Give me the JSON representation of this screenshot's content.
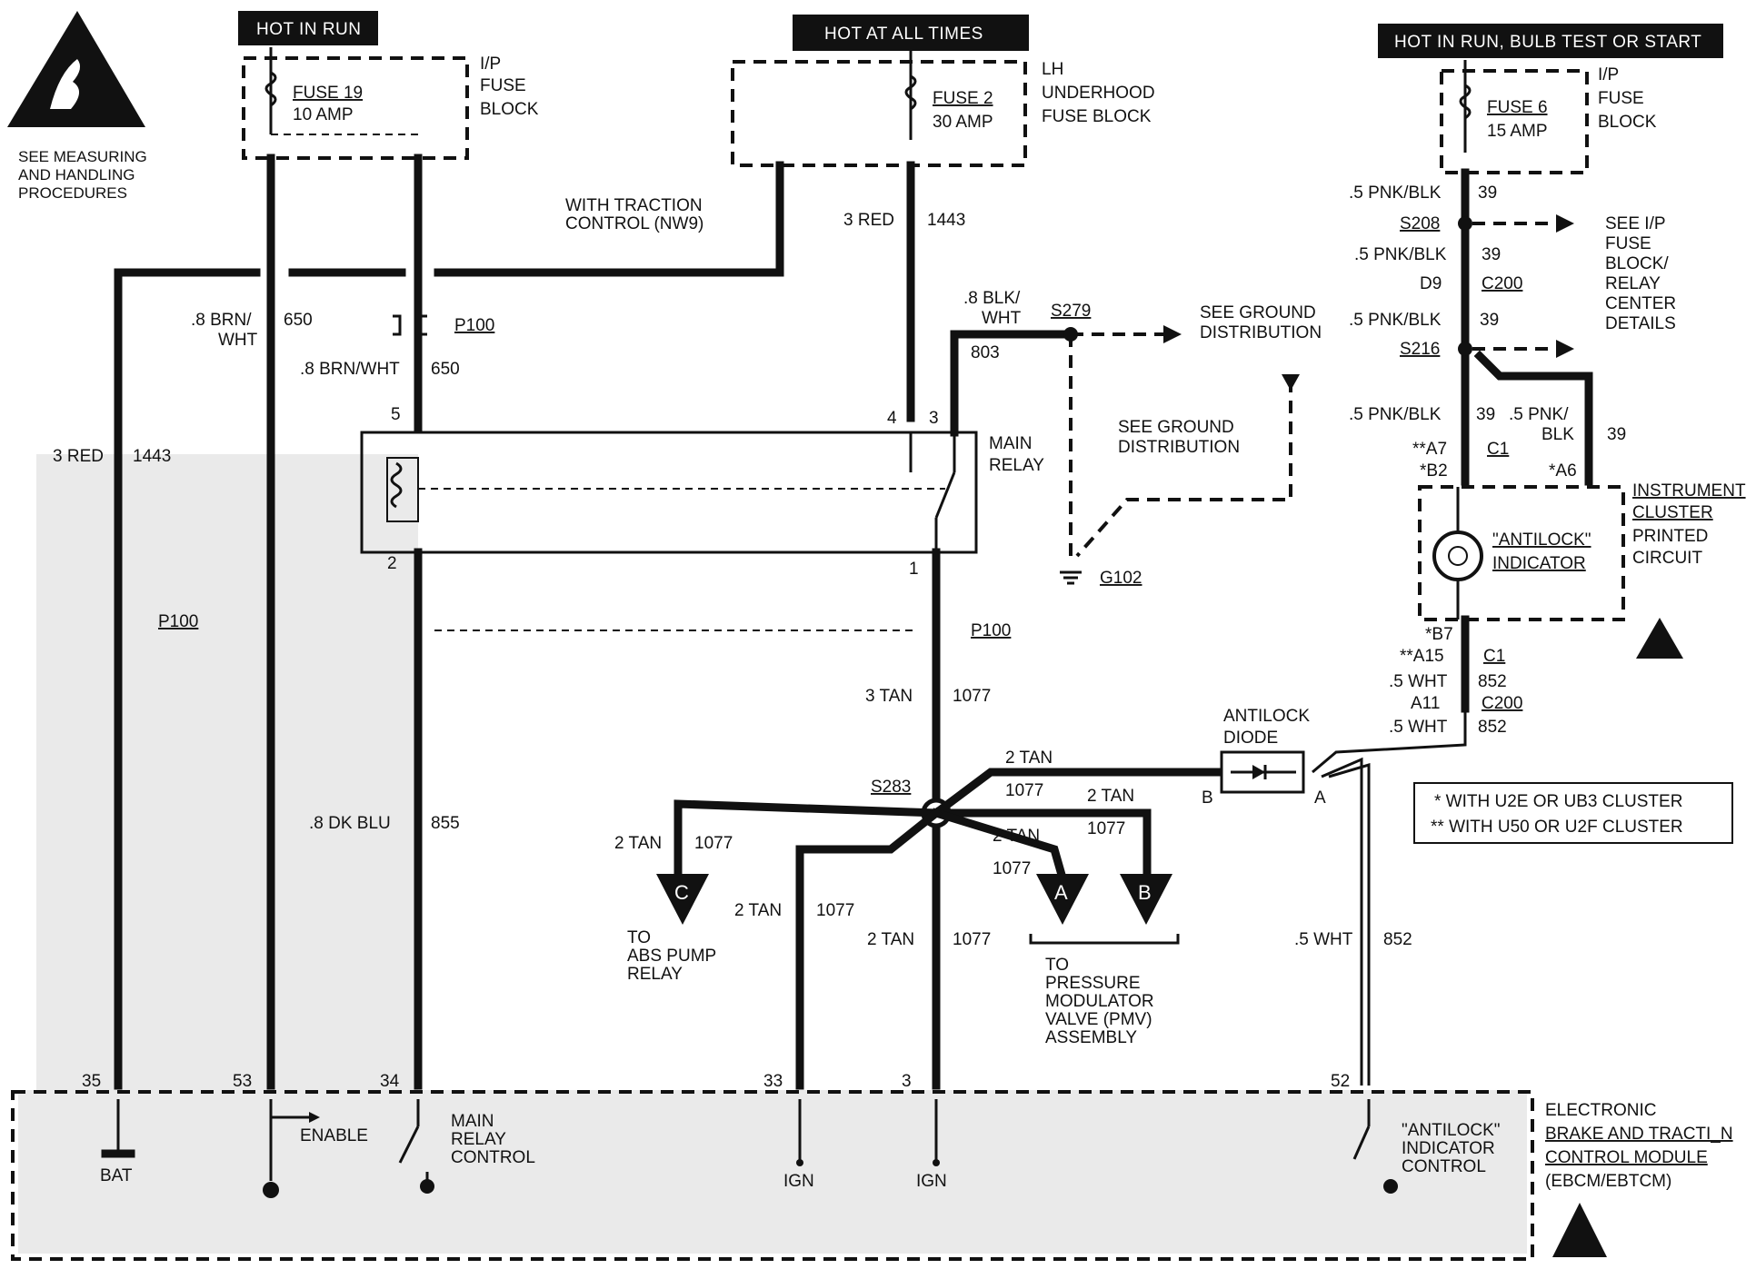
{
  "notes": {
    "measuring": [
      "SEE MEASURING",
      "AND HANDLING",
      "PROCEDURES"
    ]
  },
  "headers": {
    "hot_in_run": "HOT IN RUN",
    "hot_at_all_times": "HOT AT ALL TIMES",
    "hot_in_run_bulb": "HOT IN RUN, BULB TEST OR START"
  },
  "fuses": {
    "fuse19": {
      "name": "FUSE 19",
      "rating": "10 AMP",
      "block": [
        "I/P",
        "FUSE",
        "BLOCK"
      ]
    },
    "fuse2": {
      "name": "FUSE 2",
      "rating": "30 AMP",
      "block": [
        "LH",
        "UNDERHOOD",
        "FUSE BLOCK"
      ]
    },
    "fuse6": {
      "name": "FUSE 6",
      "rating": "15 AMP",
      "block": [
        "I/P",
        "FUSE",
        "BLOCK"
      ]
    }
  },
  "wires": {
    "traction": [
      "WITH TRACTION",
      "CONTROL (NW9)"
    ],
    "red_1443_top": {
      "gauge": "3 RED",
      "circuit": "1443"
    },
    "red_1443_left": {
      "gauge": "3 RED",
      "circuit": "1443"
    },
    "brn_650_a": {
      "gauge": [
        ".8 BRN/",
        "WHT"
      ],
      "circuit": "650"
    },
    "brn_650_b": {
      "gauge": ".8 BRN/WHT",
      "circuit": "650"
    },
    "blk_803": {
      "gauge": [
        ".8 BLK/",
        "WHT"
      ],
      "circuit": "803"
    },
    "dkblu_855": {
      "gauge": ".8 DK BLU",
      "circuit": "855"
    },
    "tan_1077_main": {
      "gauge": "3 TAN",
      "circuit": "1077"
    },
    "tan_top": {
      "gauge": "2 TAN",
      "circuit": "1077"
    },
    "tan_right": {
      "gauge": "2 TAN",
      "circuit": "1077"
    },
    "tan_a": {
      "gauge": "2 TAN",
      "circuit": "1077"
    },
    "tan_c": {
      "gauge": "2 TAN",
      "circuit": "1077"
    },
    "tan_33": {
      "gauge": "2 TAN",
      "circuit": "1077"
    },
    "tan_3": {
      "gauge": "2 TAN",
      "circuit": "1077"
    },
    "pnk_1": {
      "gauge": ".5 PNK/BLK",
      "circuit": "39"
    },
    "pnk_2": {
      "gauge": ".5 PNK/BLK",
      "circuit": "39"
    },
    "pnk_3": {
      "gauge": ".5 PNK/BLK",
      "circuit": "39"
    },
    "pnk_4": {
      "gauge": ".5 PNK/BLK",
      "circuit": "39"
    },
    "pnk_5": {
      "gauge": [
        ".5 PNK/",
        "BLK"
      ],
      "circuit": "39"
    },
    "wht_1": {
      "gauge": ".5 WHT",
      "circuit": "852"
    },
    "wht_2": {
      "gauge": ".5 WHT",
      "circuit": "852"
    },
    "wht_3": {
      "gauge": ".5 WHT",
      "circuit": "852"
    }
  },
  "connectors": {
    "p100": "P100",
    "c200": "C200",
    "c1": "C1",
    "d9": "D9",
    "a11": "A11",
    "a7": "**A7",
    "b2": "*B2",
    "a6": "*A6",
    "b7": "*B7",
    "a15": "**A15"
  },
  "splices": {
    "s208": "S208",
    "s216": "S216",
    "s279": "S279",
    "s283": "S283",
    "g102": "G102"
  },
  "pins": {
    "relay": [
      "5",
      "4",
      "3",
      "2",
      "1"
    ],
    "ebcm": [
      "35",
      "53",
      "34",
      "33",
      "3",
      "52"
    ],
    "diode": [
      "B",
      "A"
    ]
  },
  "components": {
    "main_relay": [
      "MAIN",
      "RELAY"
    ],
    "antilock_diode": [
      "ANTILOCK",
      "DIODE"
    ],
    "indicator": [
      "\"ANTILOCK\"",
      "INDICATOR"
    ],
    "cluster": [
      "INSTRUMENT",
      "CLUSTER",
      "PRINTED",
      "CIRCUIT"
    ],
    "ebcm": [
      "ELECTRONIC",
      "BRAKE AND TRACTI_N",
      "CONTROL MODULE",
      "(EBCM/EBTCM)"
    ]
  },
  "refs": {
    "ground1": [
      "SEE GROUND",
      "DISTRIBUTION"
    ],
    "ground2": [
      "SEE GROUND",
      "DISTRIBUTION"
    ],
    "fuse_details": [
      "SEE I/P",
      "FUSE",
      "BLOCK/",
      "RELAY",
      "CENTER",
      "DETAILS"
    ],
    "abs_pump": [
      "TO",
      "ABS PUMP",
      "RELAY"
    ],
    "pmv": [
      "TO",
      "PRESSURE",
      "MODULATOR",
      "VALVE (PMV)",
      "ASSEMBLY"
    ],
    "arrows": [
      "C",
      "A",
      "B"
    ]
  },
  "legend": [
    "* WITH U2E OR UB3 CLUSTER",
    "** WITH U50 OR U2F CLUSTER"
  ],
  "module_pins": {
    "bat": "BAT",
    "enable": "ENABLE",
    "relay_ctrl": [
      "MAIN",
      "RELAY",
      "CONTROL"
    ],
    "ign1": "IGN",
    "ign2": "IGN",
    "ind_ctrl": [
      "\"ANTILOCK\"",
      "INDICATOR",
      "CONTROL"
    ]
  }
}
